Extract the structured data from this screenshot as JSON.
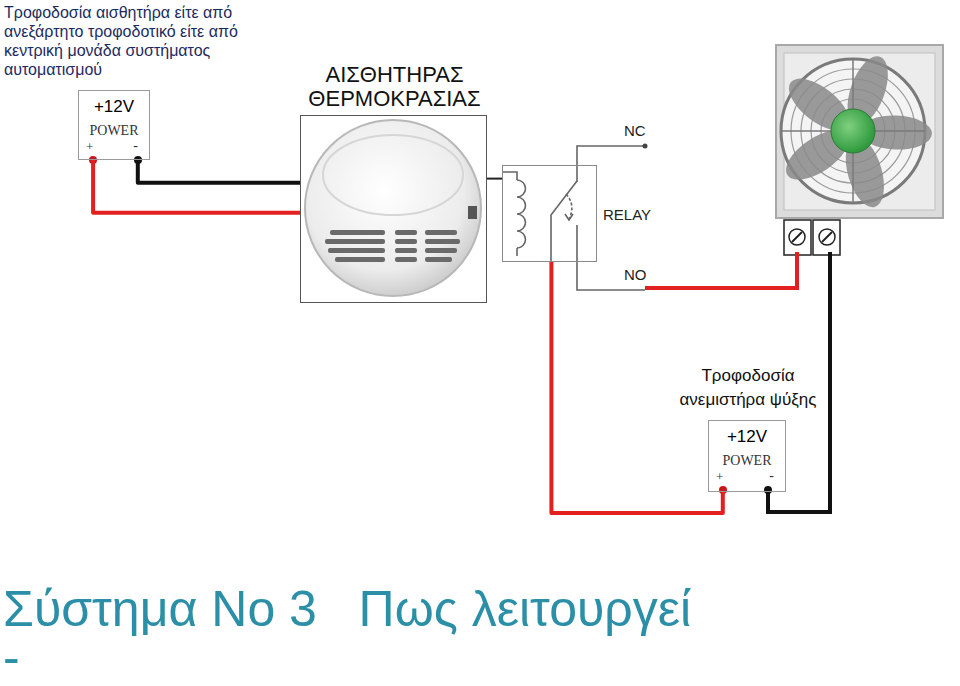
{
  "diagram": {
    "title": "Σύστημα Νο 3   Πως λειτουργεί",
    "nodes": [
      {
        "text": [
          "Τροφοδοσία αισθητήρα είτε από ανεξάρτητο τροφοδοτικό είτε από κεντρική μονάδα συστήματος αυτοματισμού",
          "+12V",
          "POWER",
          "+",
          "-"
        ]
      },
      {
        "text": [
          "ΑΙΣΘΗΤΗΡΑΣ ΘΕΡΜΟΚΡΑΣΙΑΣ"
        ]
      },
      {
        "text": [
          "RELAY"
        ]
      },
      {
        "text": [
          "Τροφοδοσία ανεμιστήρα ψύξης",
          "+12V",
          "POWER",
          "+",
          "-"
        ]
      }
    ],
    "edges": [
      {
        "from": 0,
        "to": 1,
        "arrow": "none"
      },
      {
        "from": 0,
        "to": 1,
        "arrow": "none"
      },
      {
        "from": 1,
        "to": 2,
        "arrow": "none"
      },
      {
        "from": 3,
        "to": 2,
        "arrow": "none"
      }
    ],
    "labels": [
      "NC",
      "NO",
      "-"
    ]
  }
}
